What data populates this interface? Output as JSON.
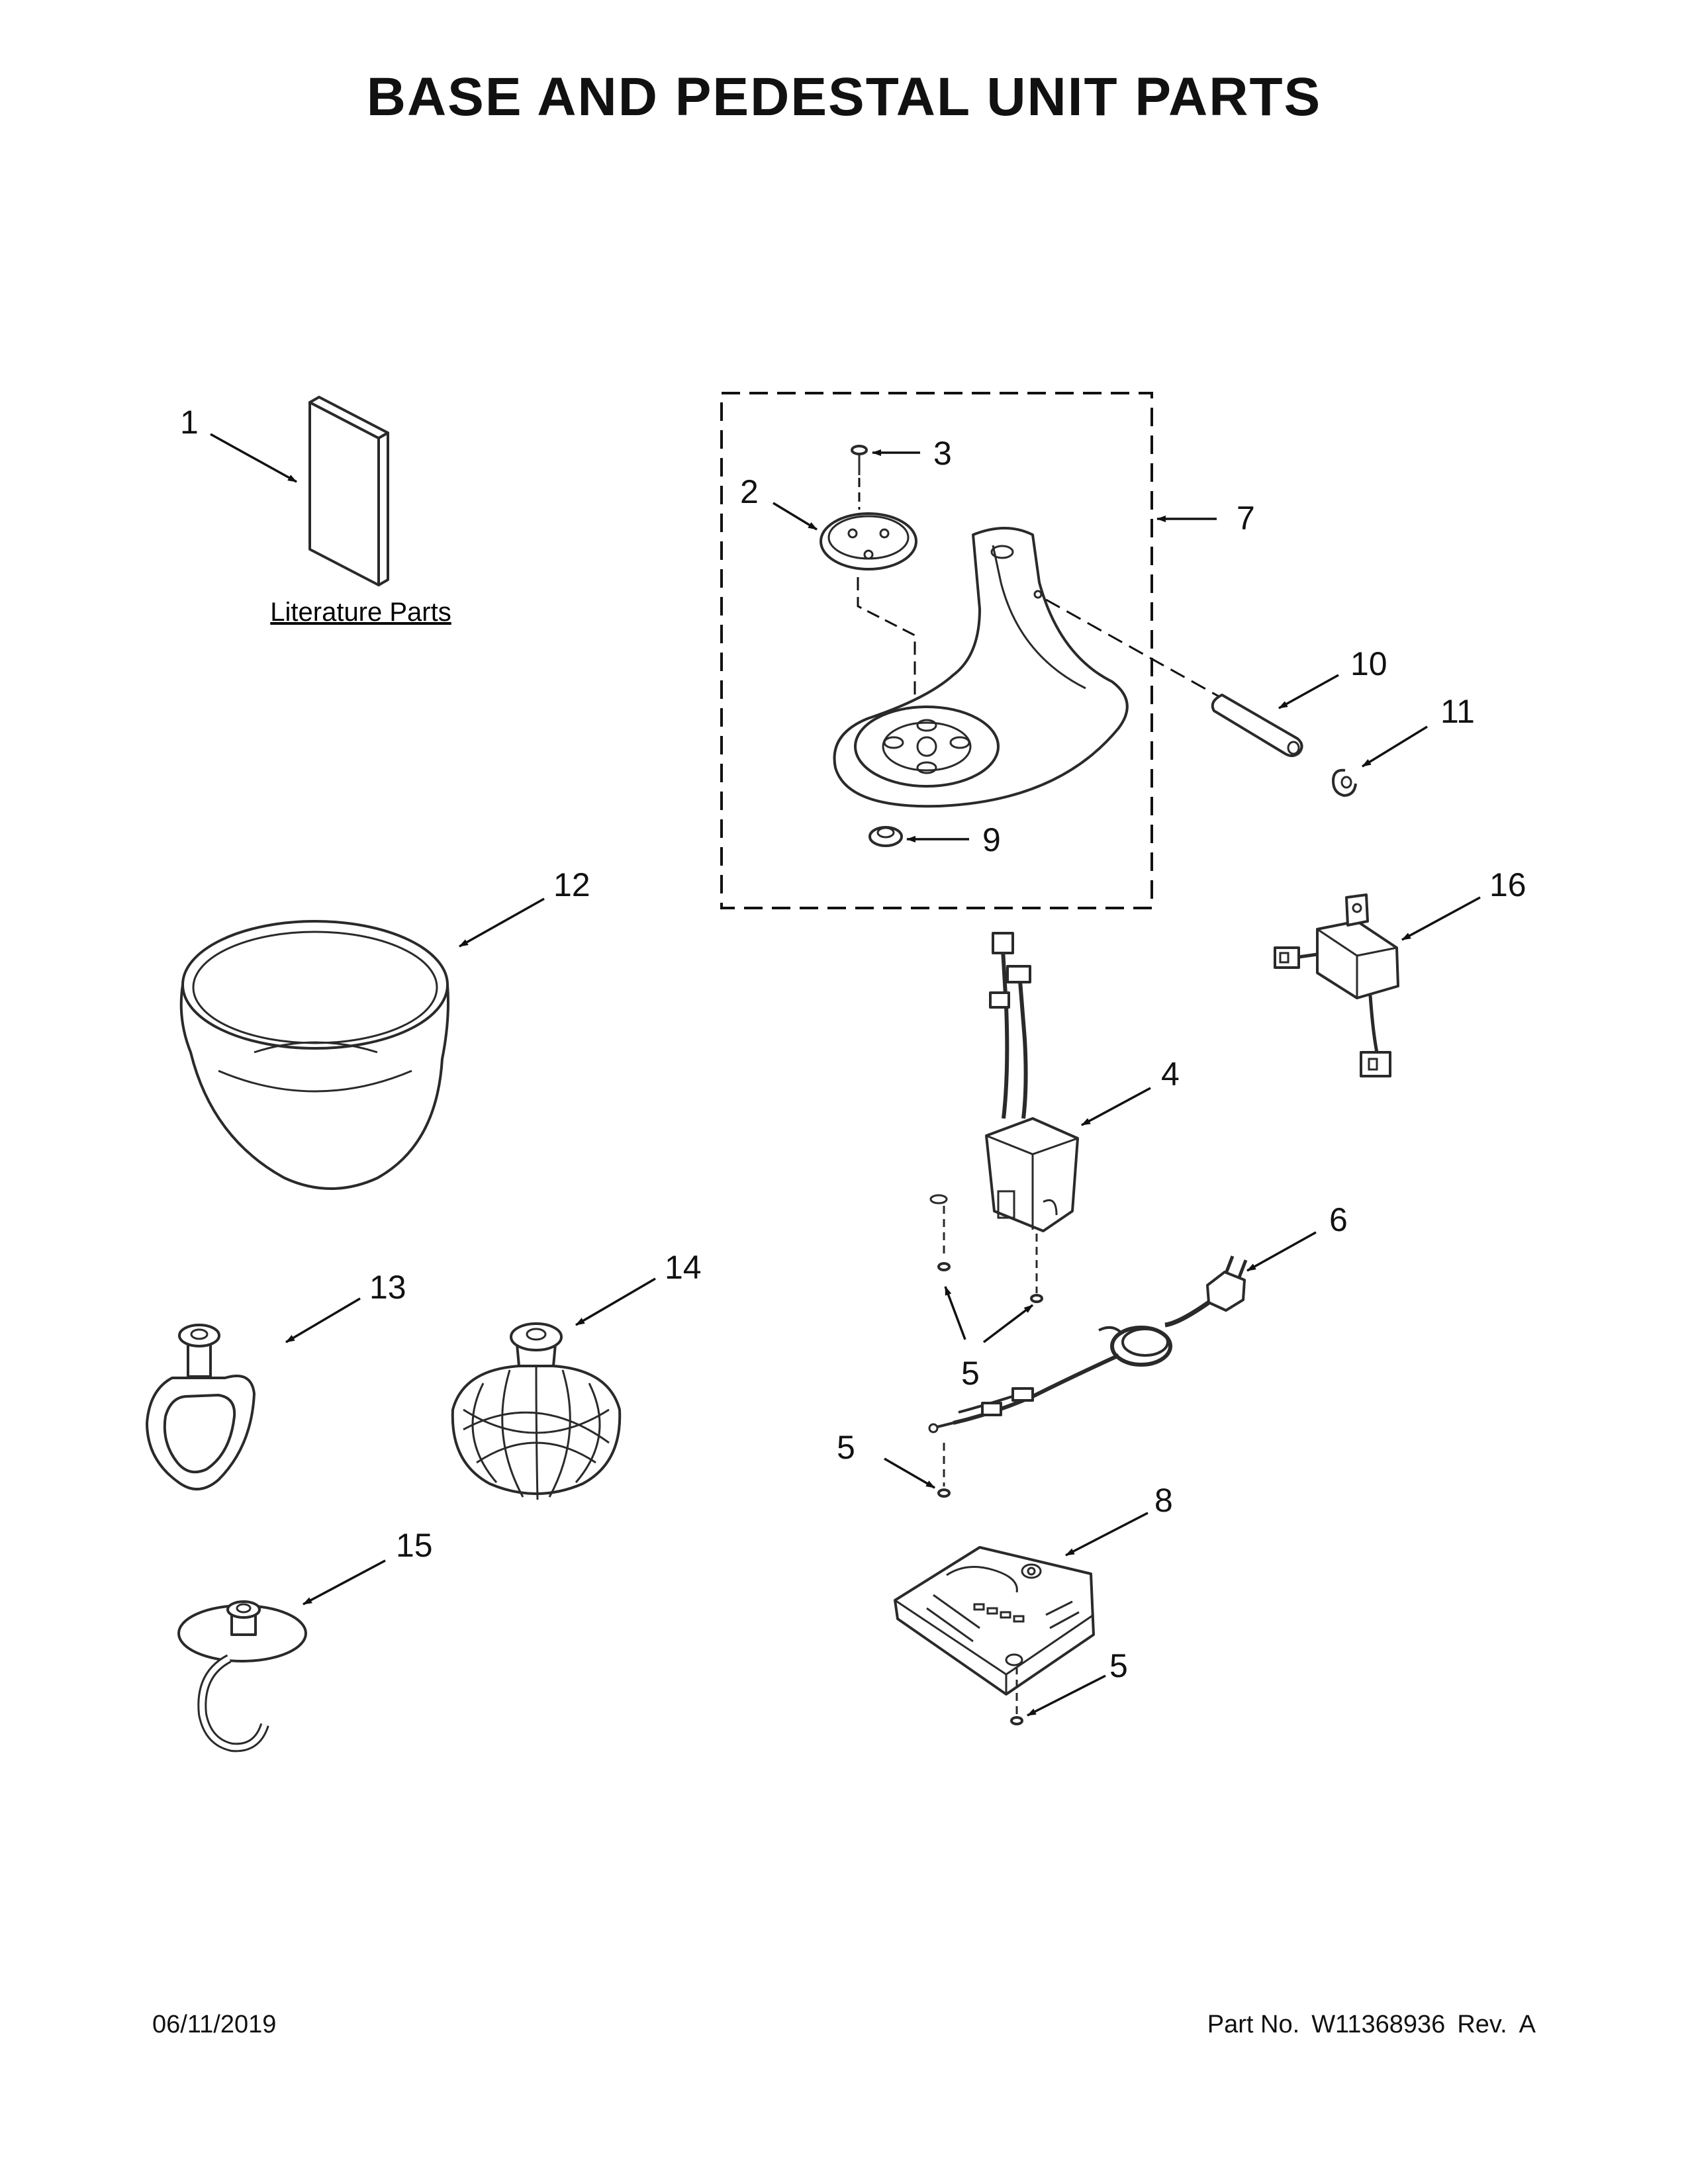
{
  "page": {
    "title": "BASE AND PEDESTAL UNIT PARTS",
    "footer": {
      "date": "06/11/2019",
      "part_no_label": "Part No.",
      "part_no": "W11368936",
      "rev_label": "Rev.",
      "rev": "A"
    }
  },
  "literature": {
    "label": "Literature Parts"
  },
  "callouts": {
    "c1": "1",
    "c2": "2",
    "c3": "3",
    "c4": "4",
    "c5a": "5",
    "c5b": "5",
    "c5c": "5",
    "c6": "6",
    "c7": "7",
    "c8": "8",
    "c9": "9",
    "c10": "10",
    "c11": "11",
    "c12": "12",
    "c13": "13",
    "c14": "14",
    "c15": "15",
    "c16": "16"
  },
  "colors": {
    "line": "#2a2a2a",
    "text": "#111111",
    "background": "#ffffff"
  }
}
